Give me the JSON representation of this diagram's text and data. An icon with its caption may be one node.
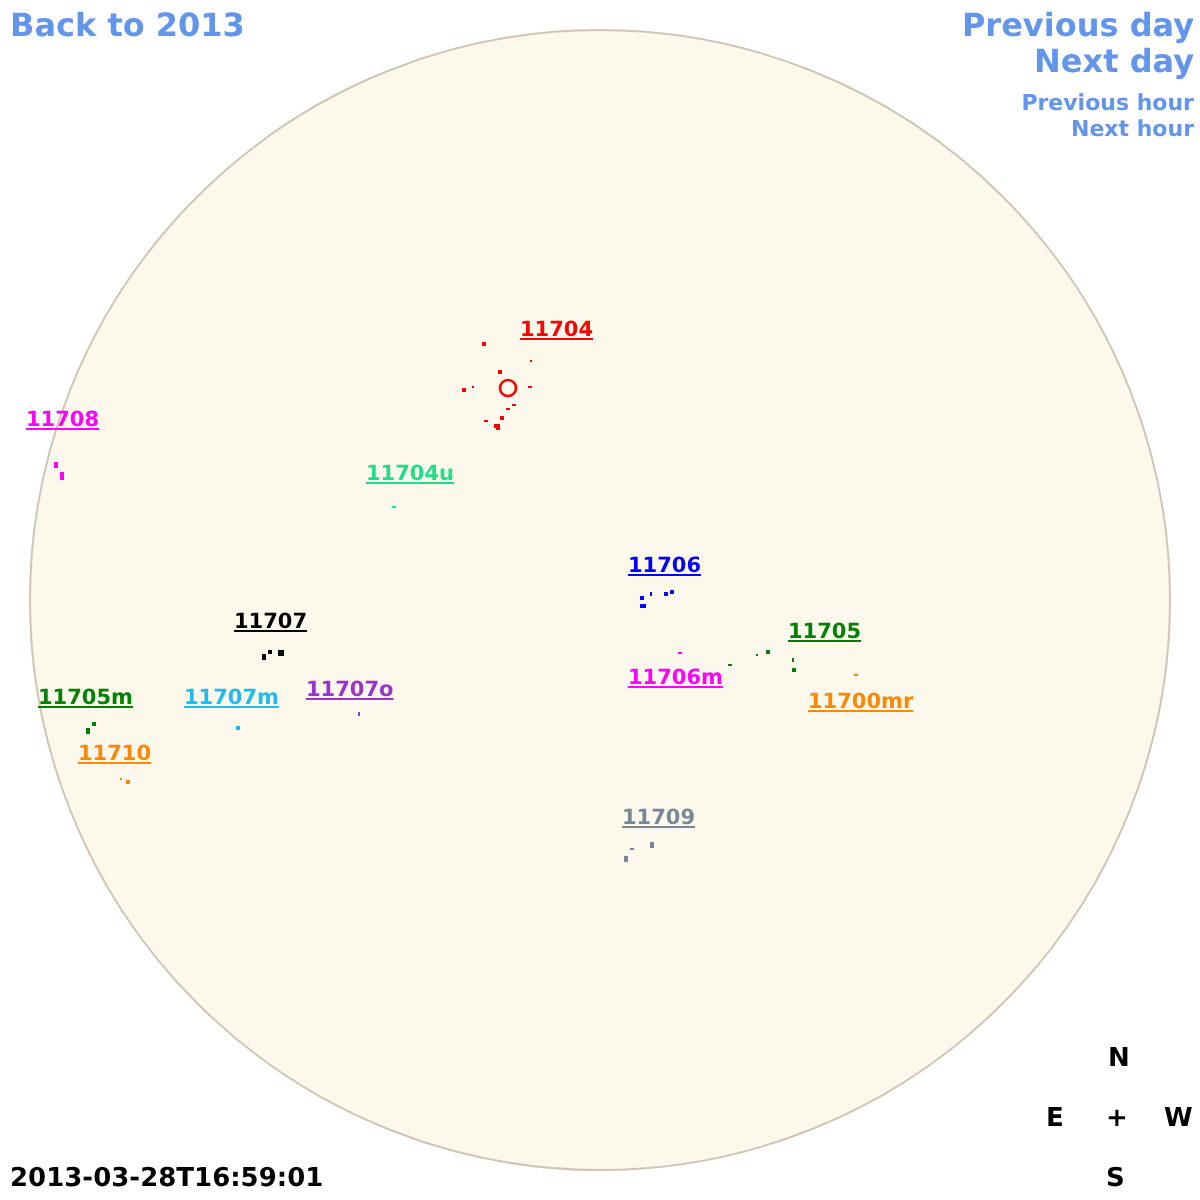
{
  "diagram": {
    "labels": [
      "Back to 2013",
      "Previous day",
      "Next day",
      "Previous hour",
      "Next hour",
      "11704",
      "11708",
      "11704u",
      "11706",
      "11707",
      "11705",
      "11705m",
      "11707m",
      "11707o",
      "11706m",
      "11700mr",
      "11710",
      "11709",
      "N",
      "E",
      "+",
      "W",
      "2013-03-28T16:59:01",
      "S"
    ]
  }
}
